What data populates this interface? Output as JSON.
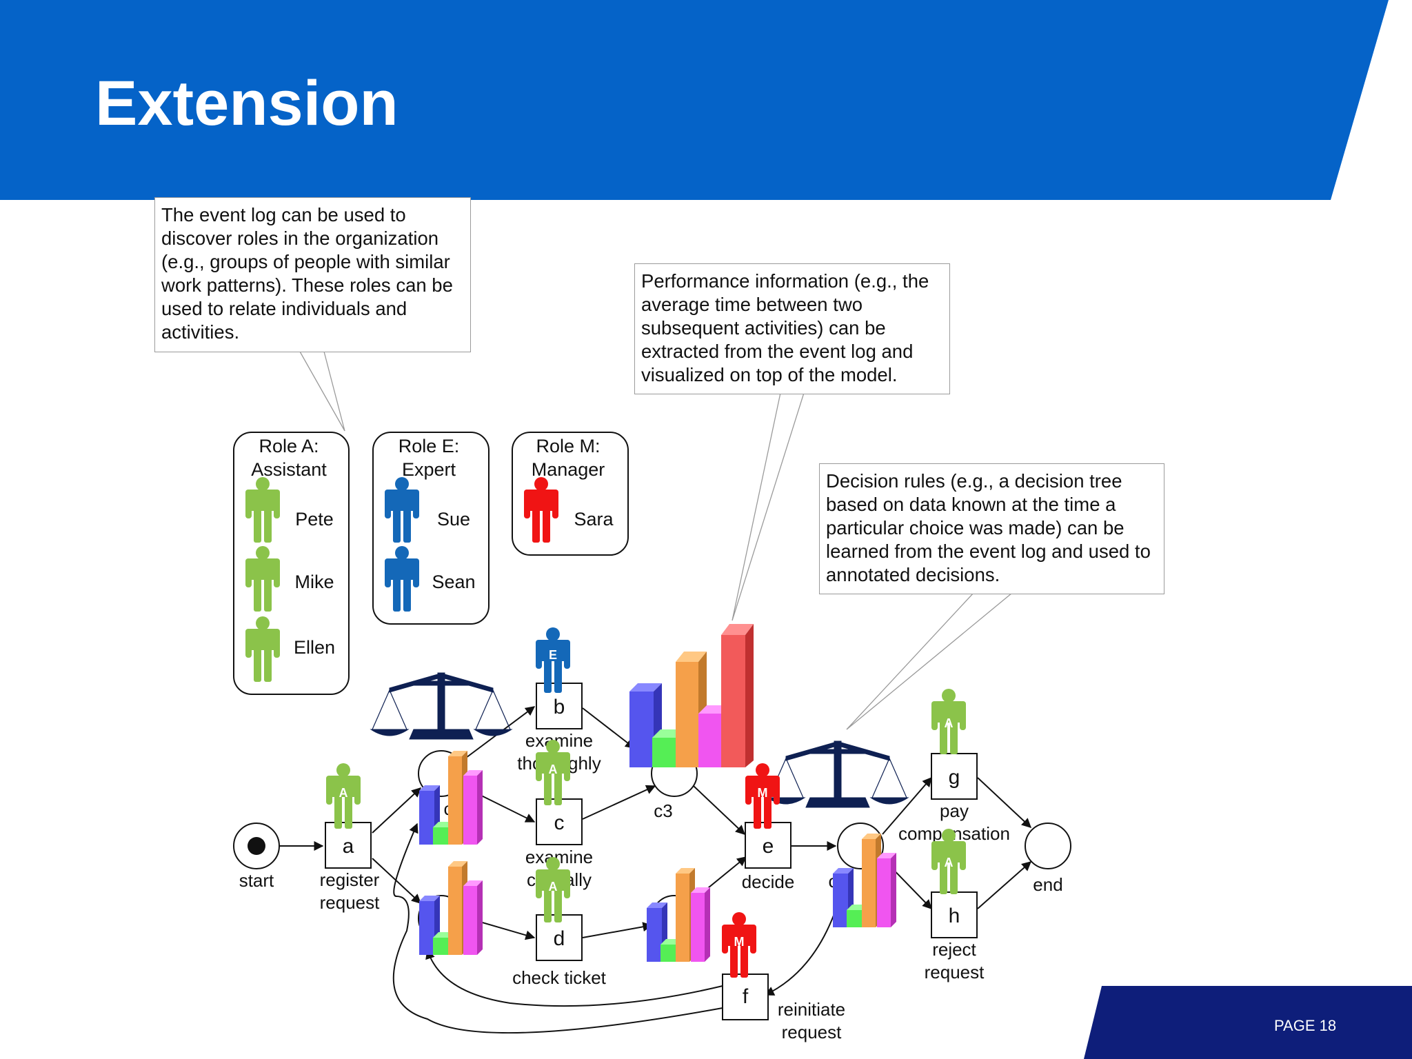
{
  "slide": {
    "title": "Extension",
    "page_label": "PAGE 18"
  },
  "colors": {
    "header_blue": "#0563C8",
    "footer_navy": "#0E1E7A",
    "assistant": "#8BC34A",
    "expert": "#1468B8",
    "manager": "#F01414",
    "scale": "#0E2052"
  },
  "callouts": {
    "roles": "The event log can be used to discover roles in the organization (e.g., groups of people with similar work patterns). These roles can be used to relate individuals and activities.",
    "performance": "Performance information (e.g., the average time between two subsequent activities) can be extracted from the event log and visualized on top of the model.",
    "decisions": "Decision rules (e.g., a decision tree based on data known at the time a particular choice was made) can be learned from the event log and used to annotated decisions."
  },
  "roles": [
    {
      "line1": "Role A:",
      "line2": "Assistant",
      "members": [
        "Pete",
        "Mike",
        "Ellen"
      ],
      "color": "#8BC34A"
    },
    {
      "line1": "Role E:",
      "line2": "Expert",
      "members": [
        "Sue",
        "Sean"
      ],
      "color": "#1468B8"
    },
    {
      "line1": "Role M:",
      "line2": "Manager",
      "members": [
        "Sara"
      ],
      "color": "#F01414"
    }
  ],
  "process": {
    "places": {
      "start": "start",
      "c3": "c3",
      "end": "end",
      "c1_partial": "c",
      "c5_partial": "c"
    },
    "transitions": {
      "a": {
        "letter": "a",
        "label1": "register",
        "label2": "request"
      },
      "b": {
        "letter": "b",
        "label1": "examine",
        "label2": "thoroughly"
      },
      "c": {
        "letter": "c",
        "label1": "examine",
        "label2": "casually"
      },
      "d": {
        "letter": "d",
        "label1": "check ticket",
        "label2": ""
      },
      "e": {
        "letter": "e",
        "label1": "decide",
        "label2": ""
      },
      "f": {
        "letter": "f",
        "label1": "reinitiate",
        "label2": "request"
      },
      "g": {
        "letter": "g",
        "label1": "pay",
        "label2": "compensation"
      },
      "h": {
        "letter": "h",
        "label1": "reject",
        "label2": "request"
      }
    },
    "role_badges": {
      "assistant": "A",
      "expert": "E",
      "manager": "M"
    }
  }
}
